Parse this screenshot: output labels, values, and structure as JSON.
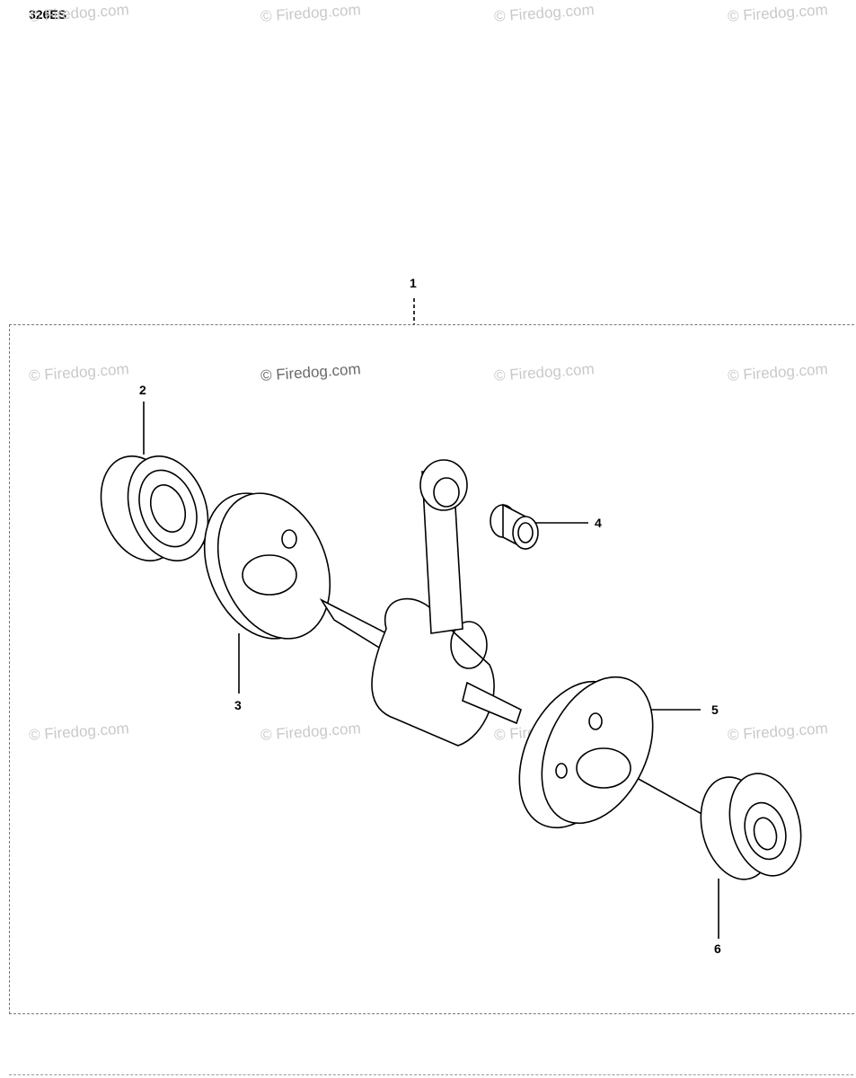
{
  "header": {
    "model": "326ES"
  },
  "watermark": {
    "text": "© Firedog.com"
  },
  "callouts": [
    {
      "id": "1",
      "label": "1"
    },
    {
      "id": "2",
      "label": "2"
    },
    {
      "id": "3",
      "label": "3"
    },
    {
      "id": "4",
      "label": "4"
    },
    {
      "id": "5",
      "label": "5"
    },
    {
      "id": "6",
      "label": "6"
    }
  ]
}
